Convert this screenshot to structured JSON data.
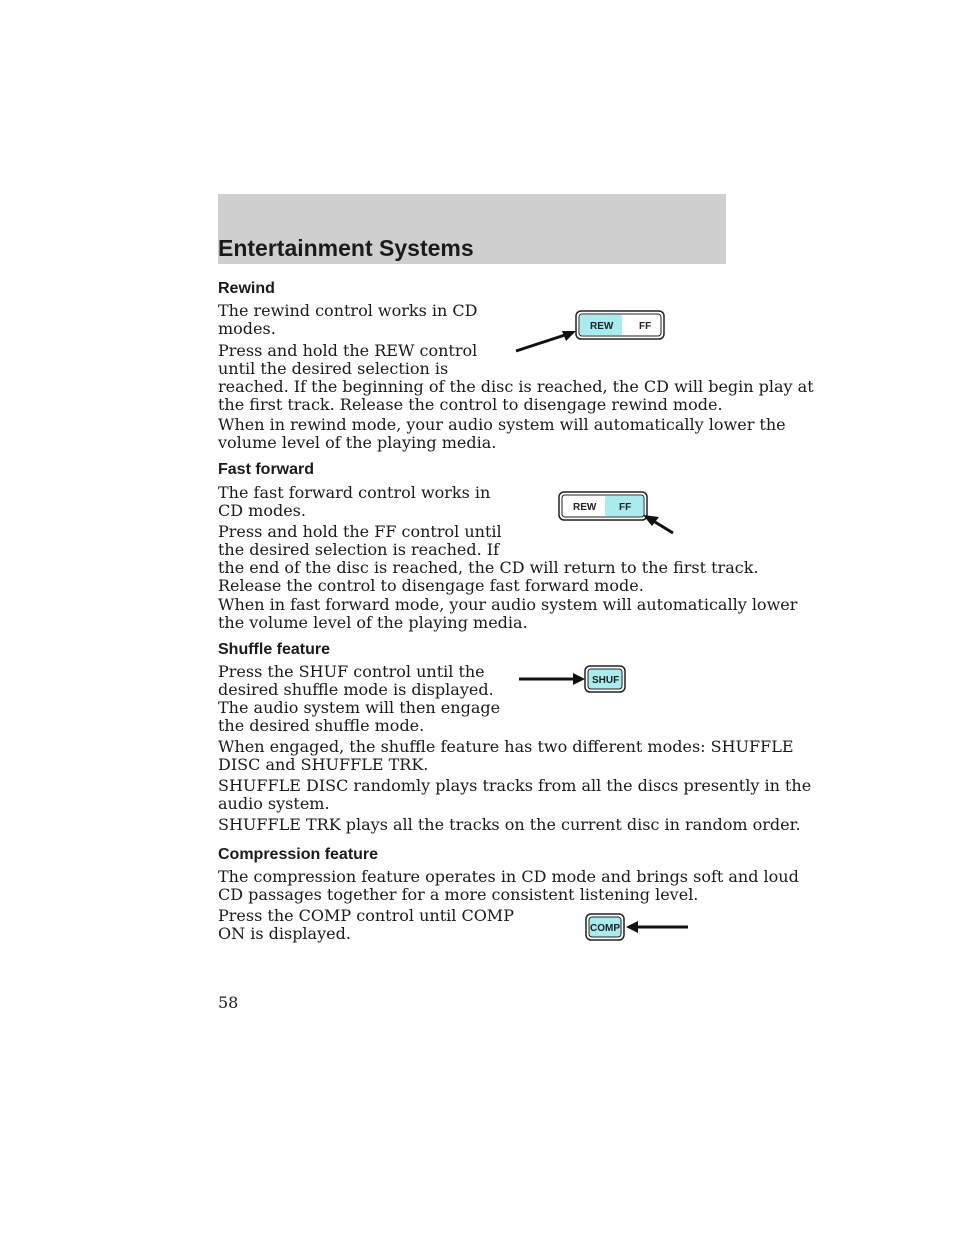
{
  "header": {
    "title": "Entertainment Systems"
  },
  "sections": {
    "rewind": {
      "heading": "Rewind",
      "p1": [
        "The rewind control works in CD",
        "modes."
      ],
      "p2": [
        "Press and hold the REW control",
        "until the desired selection is",
        "reached. If the beginning of the disc is reached, the CD will begin play at",
        "the first track. Release the control to disengage rewind mode."
      ],
      "p3": [
        "When in rewind mode, your audio system will automatically lower the",
        "volume level of the playing media."
      ]
    },
    "fast_forward": {
      "heading": "Fast forward",
      "p1": [
        "The fast forward control works in",
        "CD modes."
      ],
      "p2": [
        "Press and hold the FF control until",
        "the desired selection is reached. If",
        "the end of the disc is reached, the CD will return to the first track.",
        "Release the control to disengage fast forward mode."
      ],
      "p3": [
        "When in fast forward mode, your audio system will automatically lower",
        "the volume level of the playing media."
      ]
    },
    "shuffle": {
      "heading": "Shuffle feature",
      "p1": [
        "Press the SHUF control until the",
        "desired shuffle mode is displayed.",
        "The audio system will then engage",
        "the desired shuffle mode."
      ],
      "p2": [
        "When engaged, the shuffle feature has two different modes: SHUFFLE",
        "DISC and SHUFFLE TRK."
      ],
      "p3": [
        "SHUFFLE DISC randomly plays tracks from all the discs presently in the",
        "audio system."
      ],
      "p4": [
        "SHUFFLE TRK plays all the tracks on the current disc in random order."
      ]
    },
    "compression": {
      "heading": "Compression feature",
      "p1": [
        "The compression feature operates in CD mode and brings soft and loud",
        "CD passages together for a more consistent listening level."
      ],
      "p2": [
        "Press the COMP control until COMP",
        "ON is displayed."
      ]
    }
  },
  "figures": {
    "rew_ff_1": {
      "rew": "REW",
      "ff": "FF",
      "highlight": "#a8ecf0"
    },
    "rew_ff_2": {
      "rew": "REW",
      "ff": "FF",
      "highlight": "#a8ecf0"
    },
    "shuf": {
      "label": "SHUF",
      "highlight": "#a8ecf0"
    },
    "comp": {
      "label": "COMP",
      "highlight": "#a8ecf0"
    }
  },
  "page_number": "58"
}
